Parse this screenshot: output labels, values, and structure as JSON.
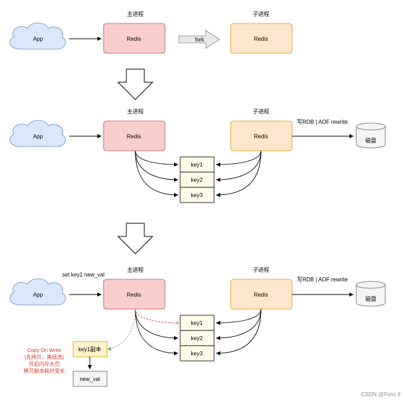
{
  "labels": {
    "app": "App",
    "redis": "Redis",
    "main_process": "主进程",
    "child_process": "子进程",
    "fork": "fork",
    "rdb_aof": "写RDB | AOF rewrite",
    "disk": "磁盘",
    "key1": "key1",
    "key2": "key2",
    "key3": "key3",
    "set_cmd": "set key1 new_val",
    "key1_copy": "key1副本",
    "new_val": "new_val",
    "x_mark": "×",
    "watermark": "CSDN @Fonz if"
  },
  "note": {
    "line1": "Copy On Write",
    "line2": "(先拷贝，再修改)",
    "line3": "开启内存大页",
    "line4": "拷贝副本耗时变长"
  },
  "colors": {
    "redis_fill": "#f8cecc",
    "redis_stroke": "#b85450",
    "child_fill": "#ffe6cc",
    "child_stroke": "#d79b00",
    "cloud_fill": "#dae8fc",
    "cloud_stroke": "#6c8ebf",
    "note_red": "#d9352b",
    "cow_dashed_red": "#d9352b",
    "copy_arrow_green": "#7aa36f"
  }
}
